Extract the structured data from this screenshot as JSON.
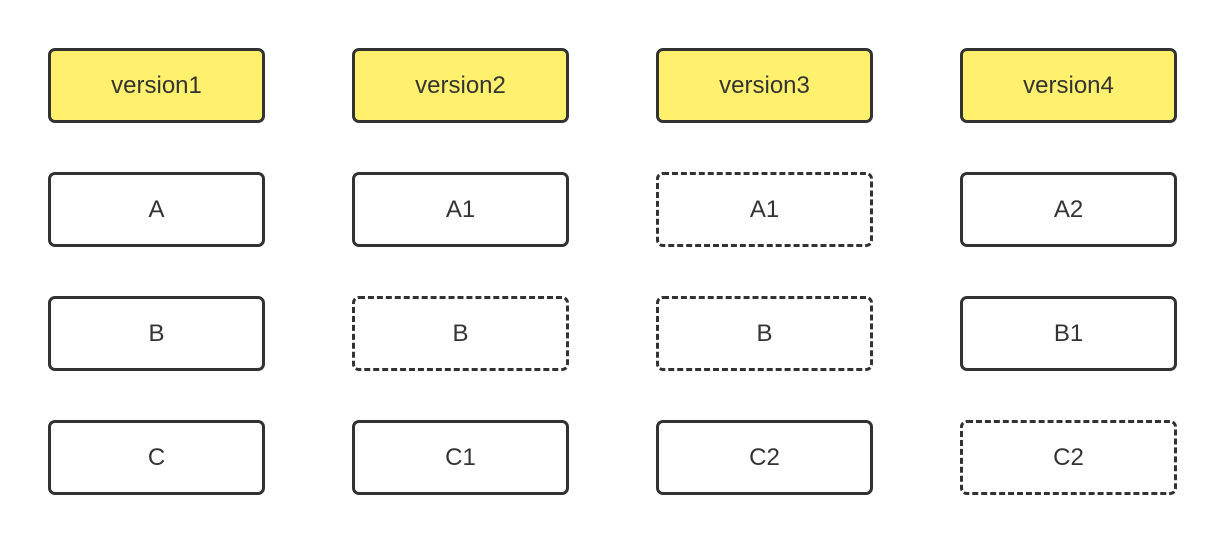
{
  "colors": {
    "header_fill": "#fff16d",
    "border": "#323232",
    "text": "#333333",
    "background": "#ffffff"
  },
  "columns": [
    {
      "header": "version1",
      "items": [
        {
          "label": "A",
          "style": "solid"
        },
        {
          "label": "B",
          "style": "solid"
        },
        {
          "label": "C",
          "style": "solid"
        }
      ]
    },
    {
      "header": "version2",
      "items": [
        {
          "label": "A1",
          "style": "solid"
        },
        {
          "label": "B",
          "style": "dashed"
        },
        {
          "label": "C1",
          "style": "solid"
        }
      ]
    },
    {
      "header": "version3",
      "items": [
        {
          "label": "A1",
          "style": "dashed"
        },
        {
          "label": "B",
          "style": "dashed"
        },
        {
          "label": "C2",
          "style": "solid"
        }
      ]
    },
    {
      "header": "version4",
      "items": [
        {
          "label": "A2",
          "style": "solid"
        },
        {
          "label": "B1",
          "style": "solid"
        },
        {
          "label": "C2",
          "style": "dashed"
        }
      ]
    }
  ]
}
